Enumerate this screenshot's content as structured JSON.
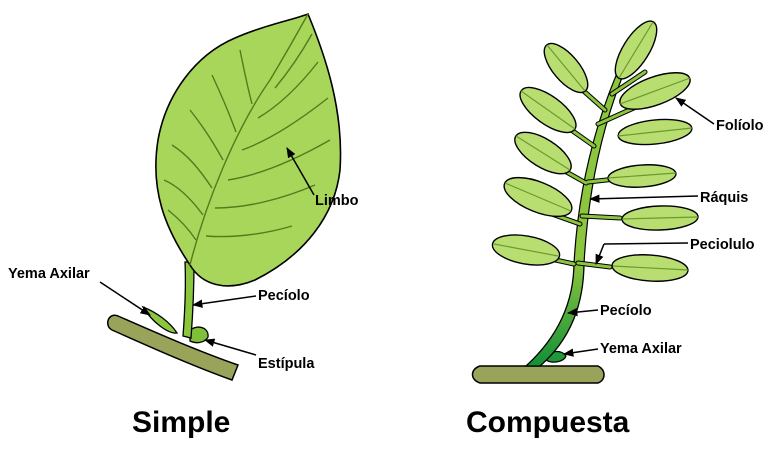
{
  "colors": {
    "leaf": "#a8d65a",
    "leaf_light": "#bfe27c",
    "vein": "#557a1e",
    "stem": "#8cc63f",
    "petiole_dark": "#1f9a3a",
    "branch": "#9aa35a",
    "outline": "#000000"
  },
  "simple": {
    "caption": "Simple",
    "labels": {
      "limbo": "Limbo",
      "yema_axilar": "Yema Axilar",
      "peciolo": "Pecíolo",
      "estipula": "Estípula"
    }
  },
  "compuesta": {
    "caption": "Compuesta",
    "labels": {
      "foliolo": "Folíolo",
      "raquis": "Ráquis",
      "peciolulo": "Peciolulo",
      "peciolo": "Pecíolo",
      "yema_axilar": "Yema Axilar"
    }
  }
}
